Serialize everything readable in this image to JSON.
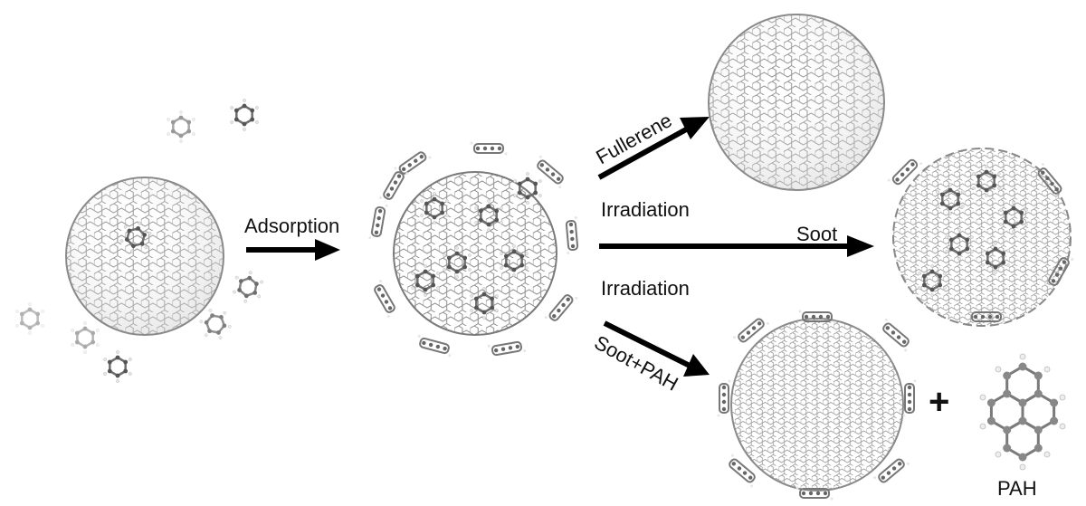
{
  "labels": {
    "adsorption": "Adsorption",
    "fullerene": "Fullerene",
    "irradiation_top": "Irradiation",
    "soot": "Soot",
    "irradiation_bottom": "Irradiation",
    "soot_pah": "Soot+PAH",
    "plus": "+",
    "pah": "PAH"
  },
  "colors": {
    "arrow": "#000000",
    "cage_edge": "#8a8a8a",
    "atom_dark": "#555555",
    "atom_mid": "#8c8c8c",
    "hydrogen": "#e6e6e6",
    "text": "#111111"
  },
  "icons": {
    "cage": "fullerene-cage-icon",
    "molecule": "aromatic-molecule-icon"
  }
}
